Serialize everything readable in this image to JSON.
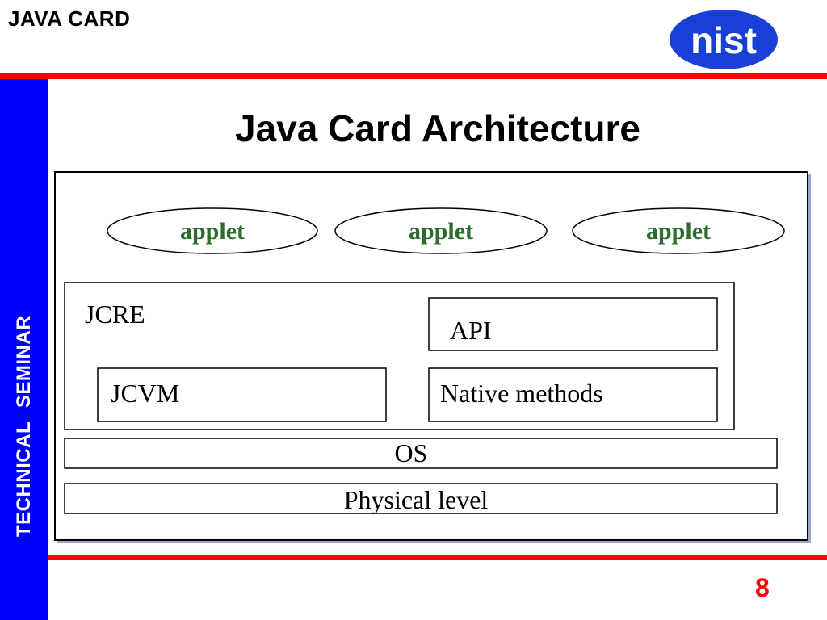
{
  "header": {
    "title": "JAVA CARD",
    "logo_icon": "nist-logo",
    "logo_text": "nist"
  },
  "sidebar": {
    "label": "TECHNICAL  SEMINAR"
  },
  "slide": {
    "title": "Java Card Architecture",
    "page_number": "8"
  },
  "diagram": {
    "applets": [
      "applet",
      "applet",
      "applet"
    ],
    "jcre": "JCRE",
    "api": "API",
    "jcvm": "JCVM",
    "native_methods": "Native methods",
    "os": "OS",
    "physical_level": "Physical level"
  },
  "colors": {
    "accent_red": "#ff0000",
    "sidebar_blue": "#0000ff",
    "logo_blue": "#1a3fd6",
    "applet_green": "#2e6b2e"
  }
}
